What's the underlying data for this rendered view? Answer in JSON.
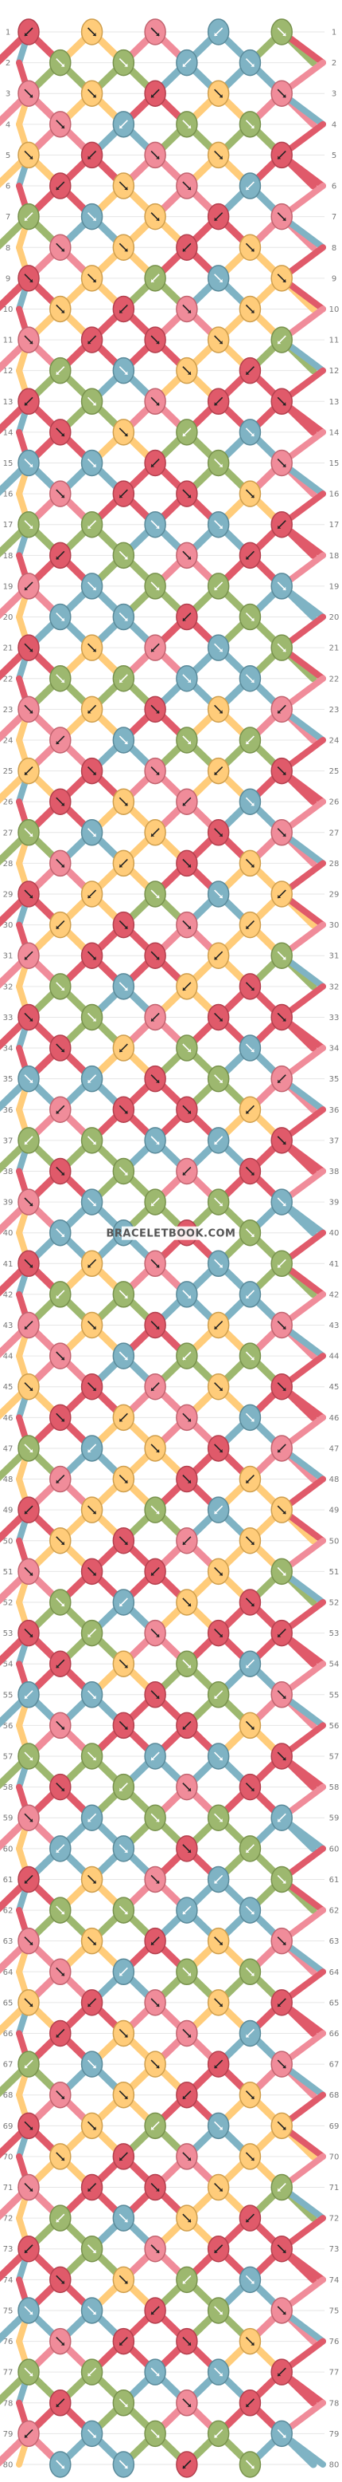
{
  "watermark": "BRACELETBOOK.COM",
  "row_count": 80,
  "rows": [
    "1",
    "2",
    "3",
    "4",
    "5",
    "6",
    "7",
    "8",
    "9",
    "10",
    "11",
    "12",
    "13",
    "14",
    "15",
    "16",
    "17",
    "18",
    "19",
    "20",
    "21",
    "22",
    "23",
    "24",
    "25",
    "26",
    "27",
    "28",
    "29",
    "30",
    "31",
    "32",
    "33",
    "34",
    "35",
    "36",
    "37",
    "38",
    "39",
    "40",
    "41",
    "42",
    "43",
    "44",
    "45",
    "46",
    "47",
    "48",
    "49",
    "50",
    "51",
    "52",
    "53",
    "54",
    "55",
    "56",
    "57",
    "58",
    "59",
    "60",
    "61",
    "62",
    "63",
    "64",
    "65",
    "66",
    "67",
    "68",
    "69",
    "70",
    "71",
    "72",
    "73",
    "74",
    "75",
    "76",
    "77",
    "78",
    "79",
    "80"
  ],
  "strings": [
    {
      "name": "red",
      "color": "#e05a6a",
      "stroke": "#b3404e"
    },
    {
      "name": "pink",
      "color": "#f08c9a",
      "stroke": "#c26470"
    },
    {
      "name": "yellow",
      "color": "#ffcc7a",
      "stroke": "#cf9f4e"
    },
    {
      "name": "blue",
      "color": "#7fb3c4",
      "stroke": "#5a8a9a"
    },
    {
      "name": "green",
      "color": "#9db86f",
      "stroke": "#78924d"
    }
  ],
  "knot_palette_sequence": [
    "red",
    "yellow",
    "blue",
    "yellow",
    "red",
    "green",
    "pink",
    "red",
    "green",
    "red",
    "pink",
    "blue",
    "yellow",
    "green",
    "pink",
    "blue",
    "red",
    "yellow",
    "green",
    "blue"
  ],
  "arrow_glyph": "↘"
}
